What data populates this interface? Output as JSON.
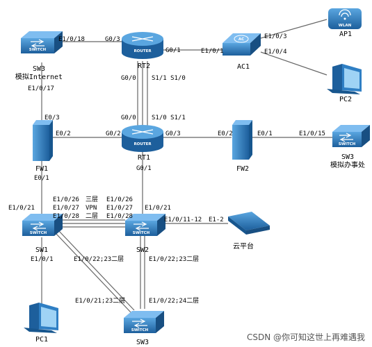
{
  "devices": {
    "sw3_top": {
      "name": "SW3",
      "sub": "模拟Internet",
      "icon_text": "SWITCH"
    },
    "rt2": {
      "name": "RT2",
      "icon_text": "ROUTER"
    },
    "ac1": {
      "name": "AC1",
      "icon_text": "AC"
    },
    "ap1": {
      "name": "AP1",
      "icon_text": "WLAN"
    },
    "pc2": {
      "name": "PC2"
    },
    "fw1": {
      "name": "FW1"
    },
    "rt1": {
      "name": "RT1",
      "icon_text": "ROUTER"
    },
    "fw2": {
      "name": "FW2"
    },
    "sw3_right": {
      "name": "SW3",
      "sub": "模拟办事处",
      "icon_text": "SWITCH"
    },
    "sw1": {
      "name": "SW1",
      "icon_text": "SWITCH"
    },
    "sw2": {
      "name": "SW2",
      "icon_text": "SWITCH"
    },
    "cloud": {
      "name": "云平台"
    },
    "sw3_bottom": {
      "name": "SW3",
      "icon_text": "SWITCH"
    },
    "pc1": {
      "name": "PC1"
    }
  },
  "port_labels": {
    "sw3_e1_0_18": "E1/0/18",
    "rt2_g0_3": "G0/3",
    "rt2_g0_1": "G0/1",
    "ac1_e1_0_1": "E1/0/1",
    "ac1_e1_0_3": "E1/0/3",
    "ac1_e1_0_4": "E1/0/4",
    "sw3_e1_0_17": "E1/0/17",
    "rt2_g0_0": "G0/0",
    "rt2_s": "S1/1 S1/0",
    "fw1_e0_3": "E0/3",
    "rt1_g0_0": "G0/0",
    "rt1_s": "S1/0 S1/1",
    "fw1_e0_2": "E0/2",
    "rt1_g0_2": "G0/2",
    "rt1_g0_3": "G0/3",
    "fw2_e0_2": "E0/2",
    "fw2_e0_1": "E0/1",
    "sw3r_e1_0_15": "E1/0/15",
    "fw1_e0_1": "E0/1",
    "rt1_g0_1": "G0/1",
    "sw1_e1_0_21": "E1/0/21",
    "sw1_e1_0_26": "E1/0/26",
    "sw1_e1_0_27": "E1/0/27",
    "sw1_e1_0_28": "E1/0/28",
    "l3_a": "三层",
    "vpn": "VPN",
    "l2_a": "二层",
    "sw2_e1_0_26": "E1/0/26",
    "sw2_e1_0_27": "E1/0/27",
    "sw2_e1_0_28": "E1/0/28",
    "sw2_e1_0_21": "E1/0/21",
    "sw2_e1_0_11_12": "E1/0/11-12",
    "cloud_e1_2": "E1-2",
    "sw1_e1_0_1": "E1/0/1",
    "sw1_e1_0_22_23": "E1/0/22;23二层",
    "sw2_e1_0_22_23": "E1/0/22;23二层",
    "sw3b_e1_0_21_23": "E1/0/21;23二层",
    "sw3b_e1_0_22_24": "E1/0/22;24二层"
  },
  "watermark": "CSDN @你可知这世上再难遇我",
  "colors": {
    "device_blue": "#2f7fc4",
    "device_dark": "#17568e",
    "link": "#666666"
  }
}
